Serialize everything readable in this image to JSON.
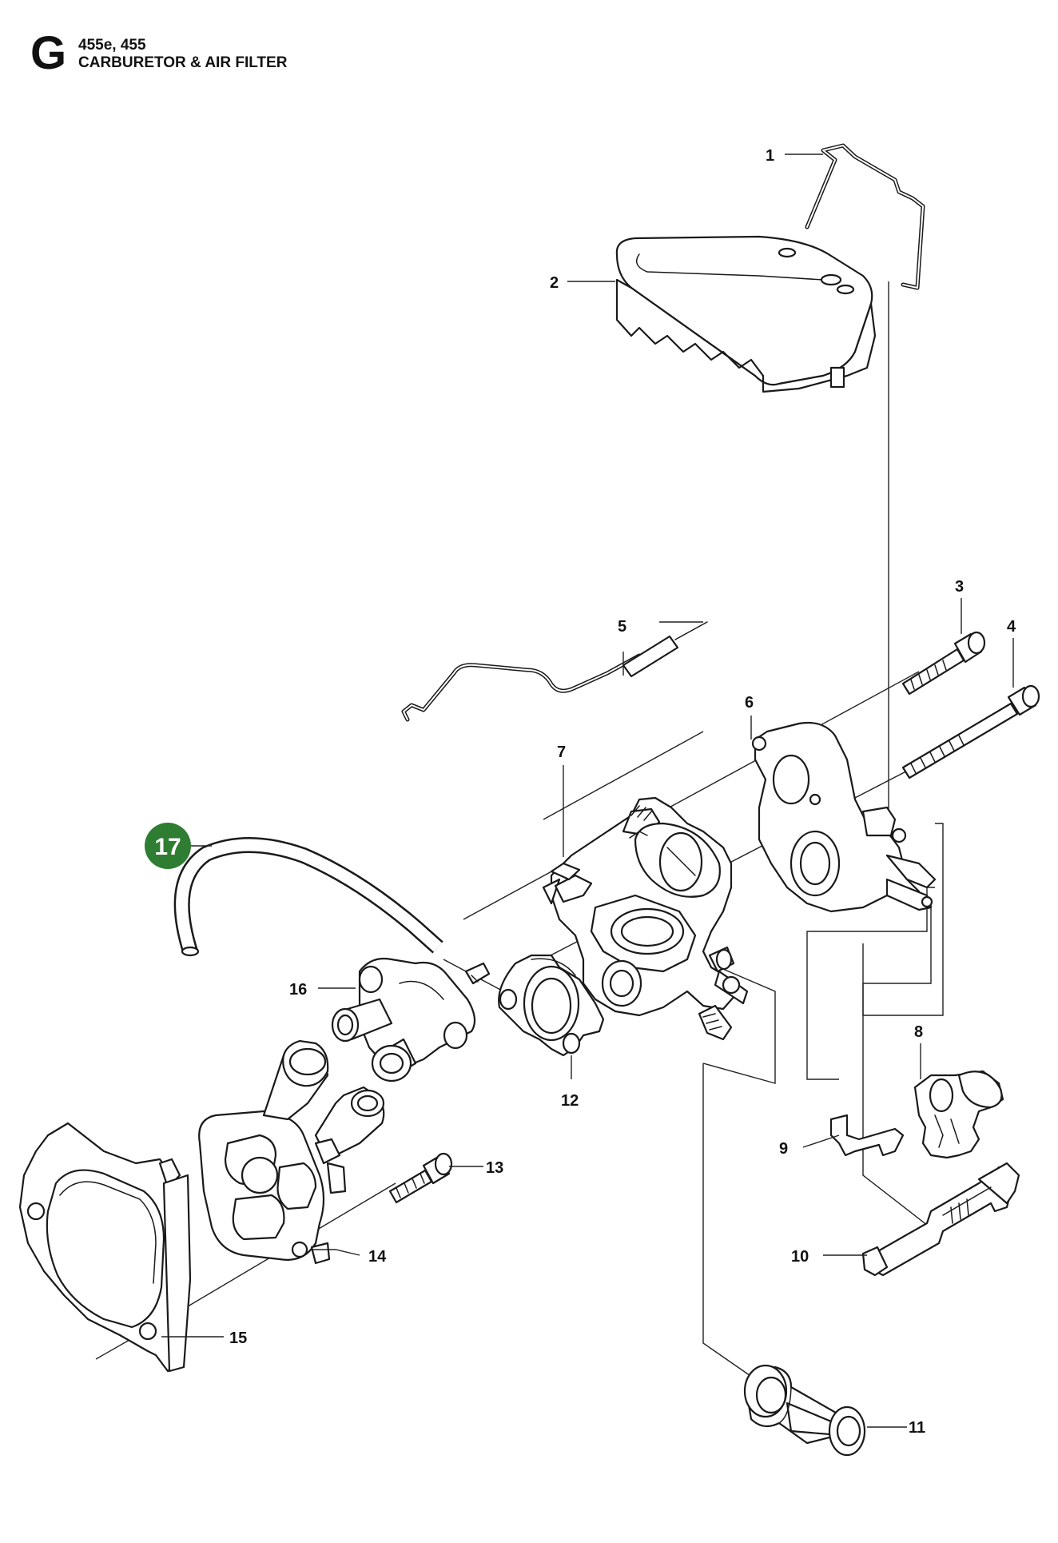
{
  "header": {
    "section_letter": "G",
    "model": "455e, 455",
    "title": "CARBURETOR & AIR FILTER"
  },
  "highlight_color": "#2e7d32",
  "callouts": {
    "c1": "1",
    "c2": "2",
    "c3": "3",
    "c4": "4",
    "c5": "5",
    "c6": "6",
    "c7": "7",
    "c8": "8",
    "c9": "9",
    "c10": "10",
    "c11": "11",
    "c12": "12",
    "c13": "13",
    "c14": "14",
    "c15": "15",
    "c16": "16",
    "c17": "17"
  }
}
